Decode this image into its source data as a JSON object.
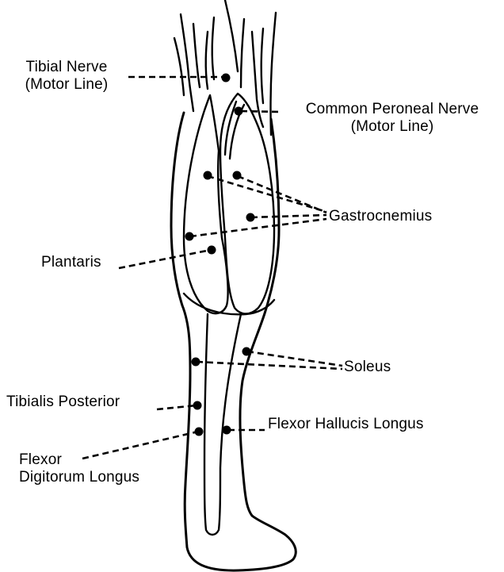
{
  "labels": {
    "tibial_nerve_1": "Tibial Nerve",
    "tibial_nerve_2": "(Motor Line)",
    "peroneal_1": "Common Peroneal Nerve",
    "peroneal_2": "(Motor Line)",
    "gastrocnemius": "Gastrocnemius",
    "plantaris": "Plantaris",
    "soleus": "Soleus",
    "tibialis_posterior": "Tibialis Posterior",
    "flexor_hallucis": "Flexor Hallucis Longus",
    "flexor_digitorum_1": "Flexor",
    "flexor_digitorum_2": "Digitorum Longus"
  }
}
